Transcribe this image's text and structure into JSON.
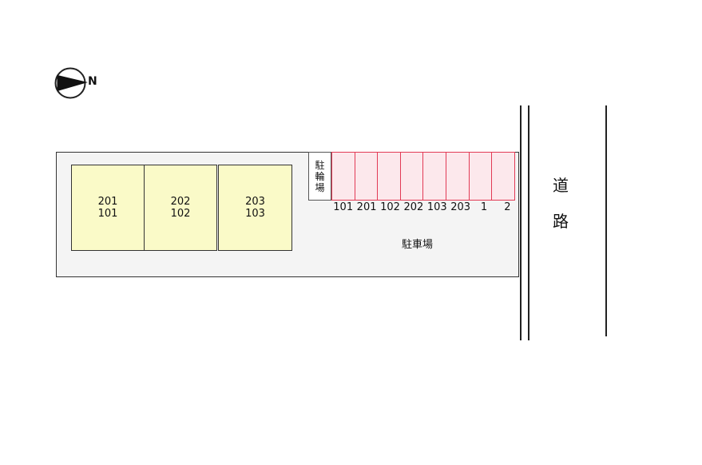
{
  "compass": {
    "north": "N"
  },
  "buildings": [
    {
      "upper": "201",
      "lower": "101"
    },
    {
      "upper": "202",
      "lower": "102"
    },
    {
      "upper": "203",
      "lower": "103"
    }
  ],
  "bike_parking": {
    "chars": [
      "駐",
      "輪",
      "場"
    ]
  },
  "car_slots": [
    "101",
    "201",
    "102",
    "202",
    "103",
    "203",
    "1",
    "2"
  ],
  "parking_label": "駐車場",
  "road": {
    "chars": [
      "道",
      "路"
    ]
  },
  "colors": {
    "building": "#fafac8",
    "slot_border": "#e23a55",
    "slot_fill": "#fce8ec",
    "lot": "#f4f4f4"
  }
}
